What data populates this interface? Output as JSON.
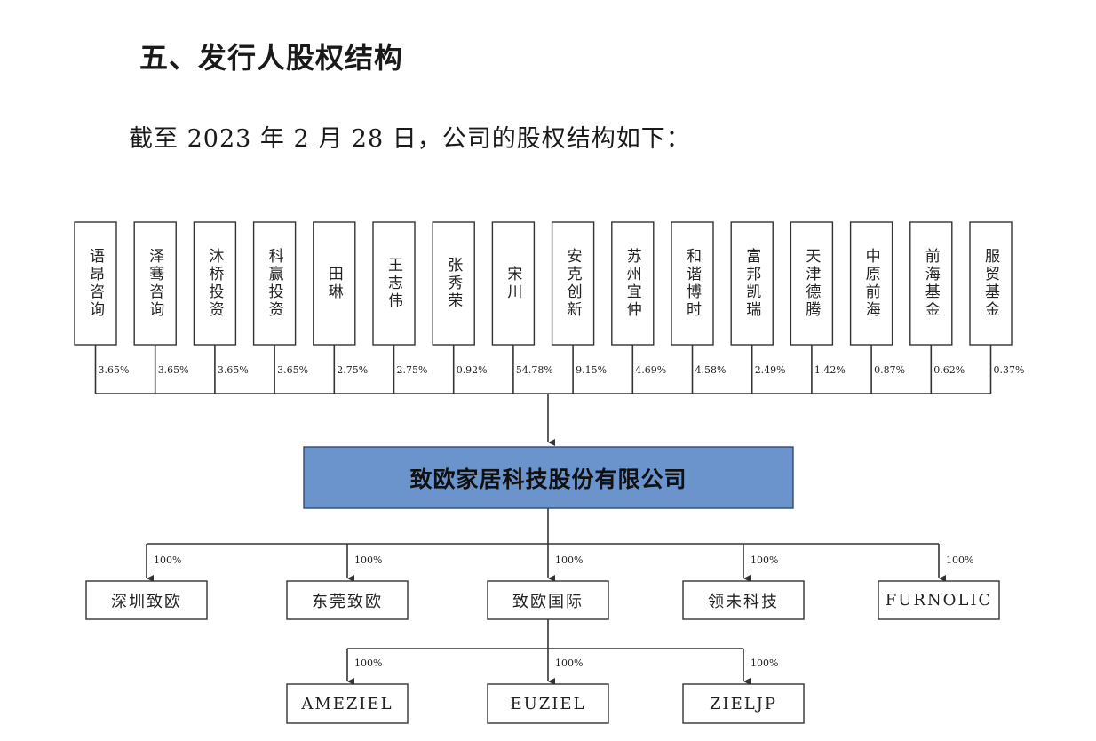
{
  "heading": "五、发行人股权结构",
  "intro": "截至 2023 年 2 月 28 日，公司的股权结构如下：",
  "colors": {
    "company_fill": "#6b94cc",
    "company_stroke": "#2f4a72",
    "line": "#333333"
  },
  "shareholders": [
    {
      "name": "语昂咨询",
      "pct": "3.65%"
    },
    {
      "name": "泽骞咨询",
      "pct": "3.65%"
    },
    {
      "name": "沐桥投资",
      "pct": "3.65%"
    },
    {
      "name": "科赢投资",
      "pct": "3.65%"
    },
    {
      "name": "田琳",
      "pct": "2.75%"
    },
    {
      "name": "王志伟",
      "pct": "2.75%"
    },
    {
      "name": "张秀荣",
      "pct": "0.92%"
    },
    {
      "name": "宋川",
      "pct": "54.78%"
    },
    {
      "name": "安克创新",
      "pct": "9.15%"
    },
    {
      "name": "苏州宜仲",
      "pct": "4.69%"
    },
    {
      "name": "和谐博时",
      "pct": "4.58%"
    },
    {
      "name": "富邦凯瑞",
      "pct": "2.49%"
    },
    {
      "name": "天津德腾",
      "pct": "1.42%"
    },
    {
      "name": "中原前海",
      "pct": "0.87%"
    },
    {
      "name": "前海基金",
      "pct": "0.62%"
    },
    {
      "name": "服贸基金",
      "pct": "0.37%"
    }
  ],
  "company": "致欧家居科技股份有限公司",
  "subsidiaries": [
    {
      "name": "深圳致欧",
      "pct": "100%"
    },
    {
      "name": "东莞致欧",
      "pct": "100%"
    },
    {
      "name": "致欧国际",
      "pct": "100%"
    },
    {
      "name": "领未科技",
      "pct": "100%"
    },
    {
      "name": "FURNOLIC",
      "pct": "100%"
    }
  ],
  "international_subsidiaries": [
    {
      "name": "AMEZIEL",
      "pct": "100%"
    },
    {
      "name": "EUZIEL",
      "pct": "100%"
    },
    {
      "name": "ZIELJP",
      "pct": "100%"
    }
  ]
}
